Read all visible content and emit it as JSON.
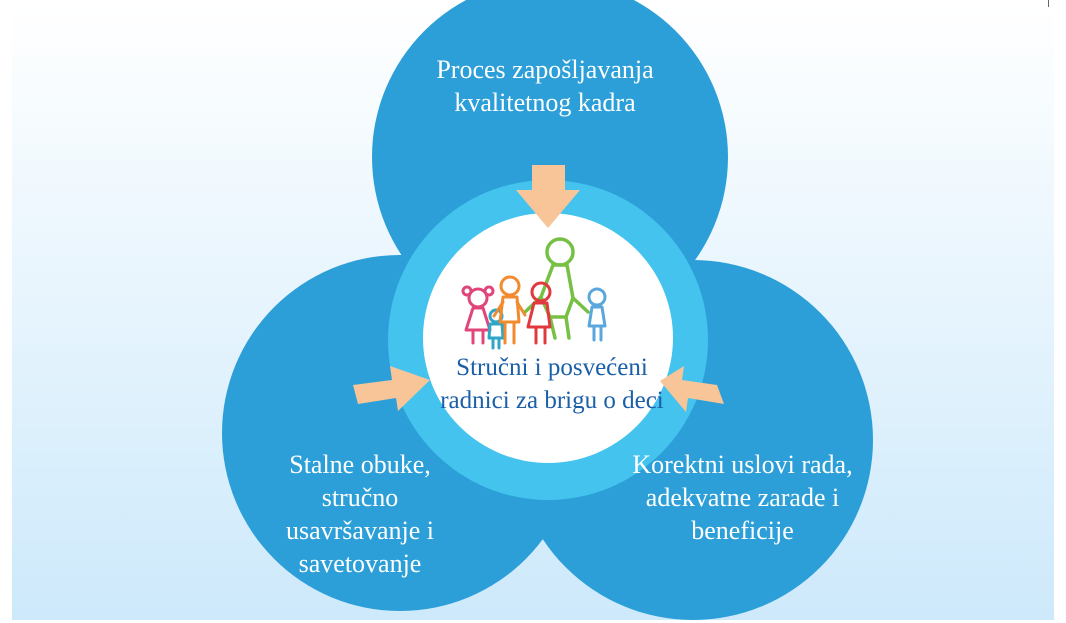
{
  "diagram": {
    "top_label": "Proces zapošljavanja kvalitetnog kadra",
    "left_label": "Stalne obuke, stručno usavršavanje i savetovanje",
    "right_label": "Korektni uslovi rada, adekvatne zarade i beneficije",
    "center_label": "Stručni i posvećeni radnici za brigu o deci",
    "center_image": "family-illustration",
    "colors": {
      "outer_circle": "#2c9fd8",
      "ring": "#44c3ef",
      "center_fill": "#ffffff",
      "arrow": "#f7c597",
      "center_text": "#1a5fa8",
      "label_text": "#ffffff"
    }
  }
}
